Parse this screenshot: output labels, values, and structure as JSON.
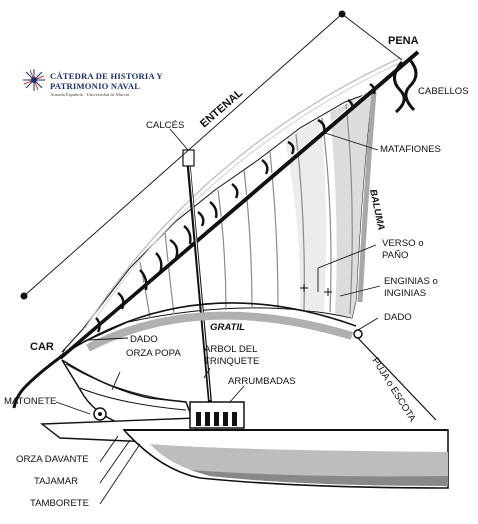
{
  "logo": {
    "line1": "CÁTEDRA DE HISTORIA Y",
    "line2": "PATRIMONIO NAVAL",
    "line3": "Armada Española · Universidad de Murcia"
  },
  "labels": {
    "pena": "PENA",
    "entenal": "ENTENAL",
    "cabellos": "CABELLOS",
    "calces": "CALCÉS",
    "matafiones": "MATAFIONES",
    "baluma": "BALUMA",
    "verso_1": "VERSO o",
    "verso_2": "PAÑO",
    "enginias_1": "ENGINIAS o",
    "enginias_2": "INGINIAS",
    "dado_right": "DADO",
    "gratil": "GRATIL",
    "car": "CAR",
    "dado_left": "DADO",
    "orza_popa": "ORZA POPA",
    "arbol_1": "ARBOL DEL",
    "arbol_2": "TRINQUETE",
    "arrumbadas": "ARRUMBADAS",
    "matonete": "MATONETE",
    "puja_escota": "PUJA o ESCOTA",
    "orza_davante": "ORZA DAVANTE",
    "tajamar": "TAJAMAR",
    "tamborete": "TAMBORETE"
  },
  "colors": {
    "ink": "#111111",
    "sail_shadow": "#d6d6d6",
    "hull_gray": "#b9b9b9",
    "logo_blue": "#1c2f6b"
  }
}
